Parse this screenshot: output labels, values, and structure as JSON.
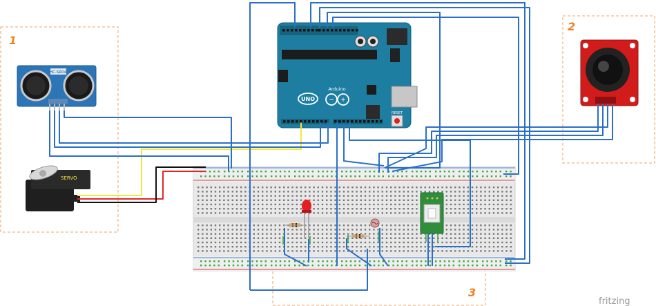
{
  "section_labels": {
    "one": "1",
    "two": "2",
    "three": "3"
  },
  "arduino": {
    "model": "UNO",
    "brand_text": "Arduino",
    "reset_label": "RESET"
  },
  "ultrasonic_sensor": {
    "label": "HC-SR04"
  },
  "servo": {
    "label": "SERVO"
  },
  "footer": {
    "brand": "fritzing"
  },
  "colors": {
    "board_blue": "#1e7ea1",
    "wire_blue": "#2a6fc7",
    "wire_yellow": "#f5e63a",
    "wire_red": "#e32626",
    "wire_black": "#111111",
    "orange_dashed": "#f0a060",
    "joystick_red": "#d21c1c",
    "breadboard": "#e8e8e8"
  },
  "icons": [
    "led-icon",
    "resistor-icon",
    "photoresistor-icon",
    "relay-icon",
    "joystick-icon",
    "servo-icon",
    "ultrasonic-sensor-icon"
  ]
}
